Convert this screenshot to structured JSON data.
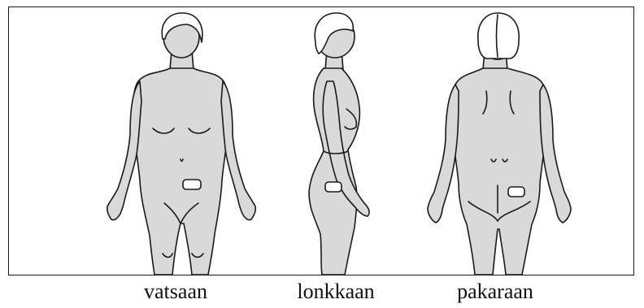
{
  "labels": {
    "front": "vatsaan",
    "side": "lonkkaan",
    "back": "pakaraan"
  },
  "colors": {
    "skin": "#d9d9d9",
    "outline": "#1a1a1a",
    "hair": "#ffffff",
    "patch": "#ffffff"
  }
}
